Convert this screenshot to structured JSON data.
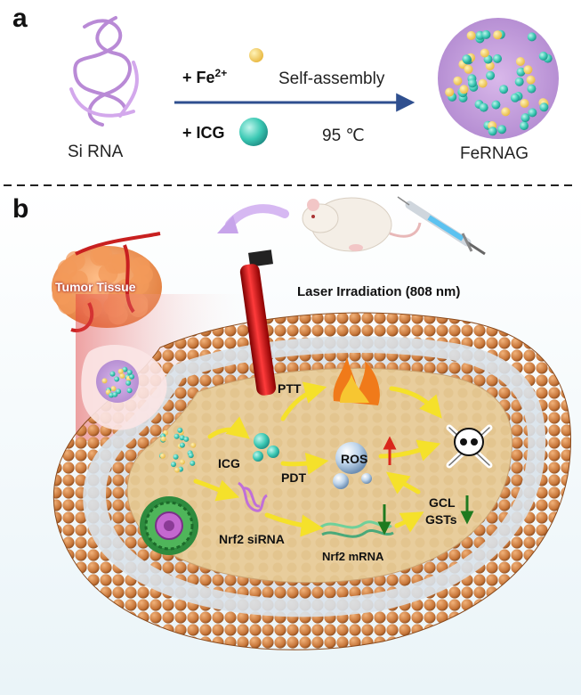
{
  "panel_a": {
    "letter": "a",
    "sirna_label": "Si RNA",
    "fe_label": "+ Fe",
    "fe_sup": "2+",
    "icg_label": "+ ICG",
    "self_assembly": "Self-assembly",
    "temperature": "95 ℃",
    "product_label": "FeRNAG"
  },
  "panel_b": {
    "letter": "b",
    "tumor_label": "Tumor Tissue",
    "laser_label": "Laser Irradiation (808 nm)",
    "ptt": "PTT",
    "pdt": "PDT",
    "icg": "ICG",
    "ros": "ROS",
    "gcl": "GCL",
    "gsts": "GSTs",
    "sirna": "Nrf2 siRNA",
    "mrna": "Nrf2 mRNA"
  },
  "colors": {
    "arrow_blue": "#2f4f8f",
    "membrane": "#c8773a",
    "cytoplasm": "#e9d0a2",
    "up_arrow": "#d9261c",
    "down_arrow": "#1f7a1f",
    "flow_arrow": "#f5e12a"
  }
}
